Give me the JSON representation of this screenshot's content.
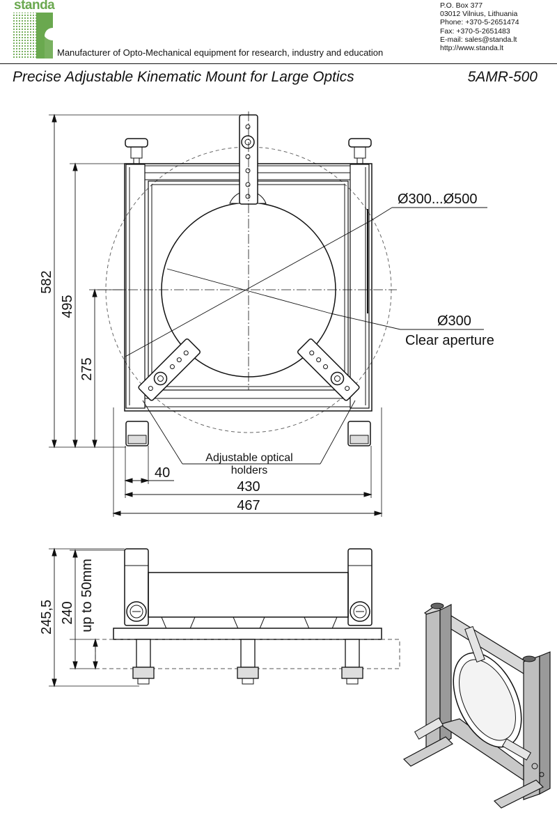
{
  "header": {
    "brand": "standa",
    "tagline": "Manufacturer of Opto-Mechanical equipment for research, industry and education",
    "contact": [
      "P.O. Box 377",
      "03012 Vilnius, Lithuania",
      "Phone: +370-5-2651474",
      "Fax: +370-5-2651483",
      "E-mail: sales@standa.lt",
      "http://www.standa.lt"
    ],
    "brand_color": "#6aa84f"
  },
  "title": "Precise Adjustable Kinematic Mount for Large Optics",
  "model": "5AMR-500",
  "front_view": {
    "dim_height_total": "582",
    "dim_height_frame": "495",
    "dim_height_center": "275",
    "dim_diameter_range": "Ø300...Ø500",
    "dim_clear_aperture_value": "Ø300",
    "dim_clear_aperture_label": "Clear aperture",
    "holders_label_line1": "Adjustable optical",
    "holders_label_line2": "holders",
    "dim_width_small": "40",
    "dim_width_inner": "430",
    "dim_width_total": "467"
  },
  "side_view": {
    "dim_height_total": "245,5",
    "dim_height_frame": "240",
    "dim_adjust_range": "up to 50mm"
  }
}
